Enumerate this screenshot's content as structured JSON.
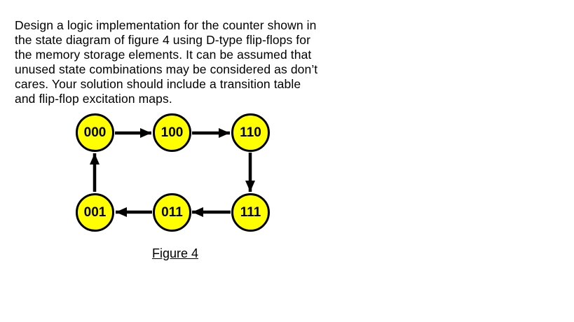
{
  "problem": {
    "lines": [
      "Design a logic implementation for the counter shown in",
      "the state diagram of figure 4 using D-type flip-flops for",
      "the memory storage elements. It can be assumed that",
      "unused state combinations may be considered as don’t",
      "cares. Your solution should include a transition table",
      "and flip-flop excitation maps."
    ]
  },
  "diagram": {
    "caption": "Figure 4",
    "node_fill": "#FFFF00",
    "node_border": "#000000",
    "arrow_color": "#000000",
    "states": [
      {
        "label": "000"
      },
      {
        "label": "100"
      },
      {
        "label": "110"
      },
      {
        "label": "111"
      },
      {
        "label": "011"
      },
      {
        "label": "001"
      }
    ],
    "transitions": [
      {
        "from": "000",
        "to": "100"
      },
      {
        "from": "100",
        "to": "110"
      },
      {
        "from": "110",
        "to": "111"
      },
      {
        "from": "111",
        "to": "011"
      },
      {
        "from": "011",
        "to": "001"
      },
      {
        "from": "001",
        "to": "000"
      }
    ]
  }
}
